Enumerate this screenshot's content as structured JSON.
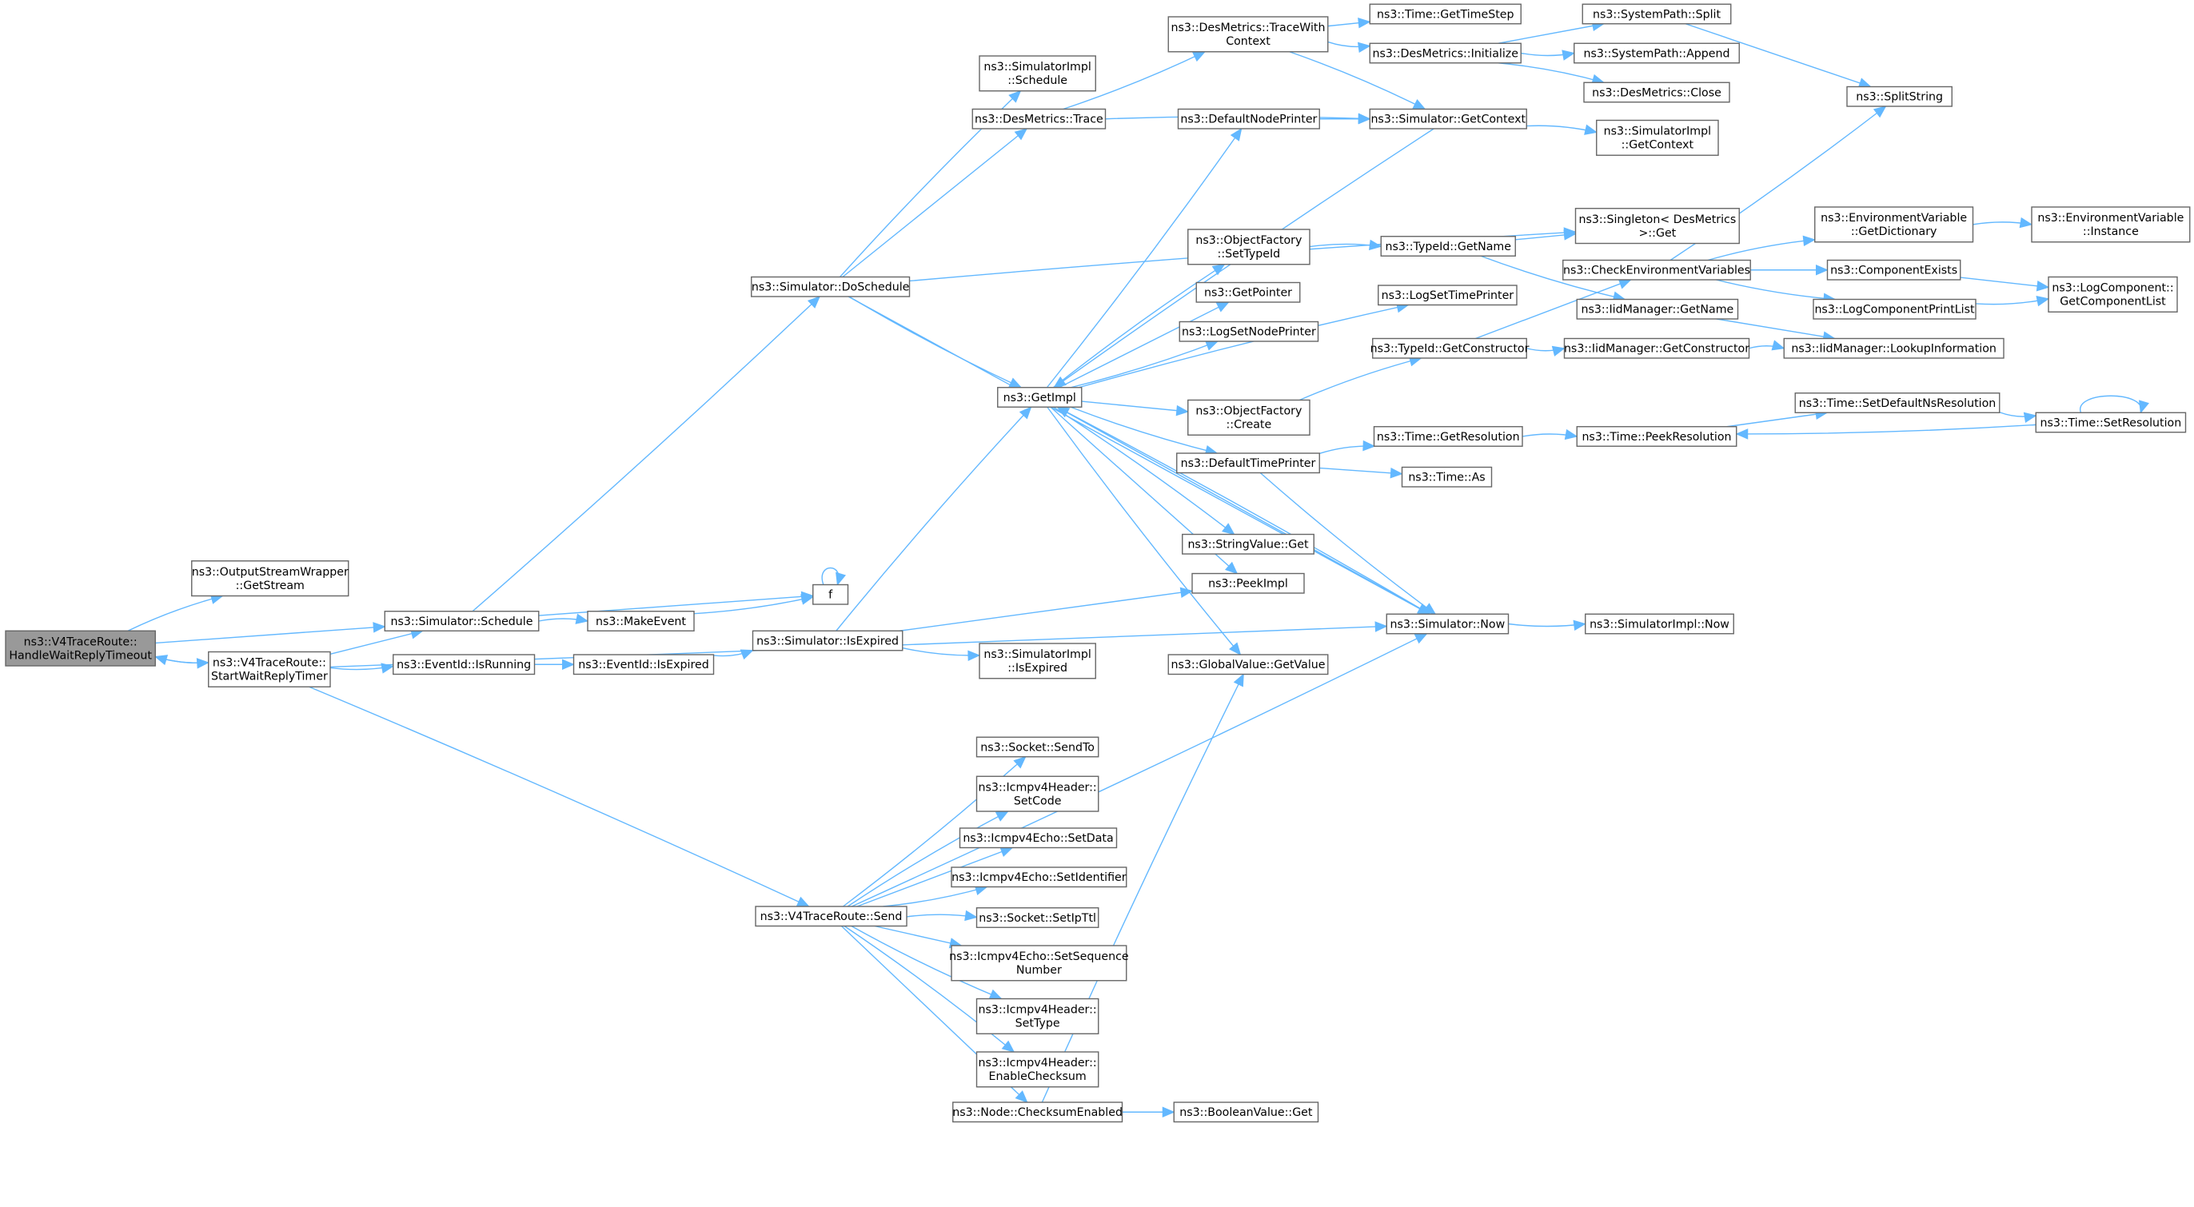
{
  "nodes": [
    {
      "id": "handle",
      "lines": [
        "ns3::V4TraceRoute::",
        "HandleWaitReplyTimeout"
      ],
      "root": true
    },
    {
      "id": "getstream",
      "lines": [
        "ns3::OutputStreamWrapper",
        "::GetStream"
      ]
    },
    {
      "id": "sim_schedule",
      "lines": [
        "ns3::Simulator::Schedule"
      ]
    },
    {
      "id": "start_timer",
      "lines": [
        "ns3::V4TraceRoute::",
        "StartWaitReplyTimer"
      ]
    },
    {
      "id": "doschedule",
      "lines": [
        "ns3::Simulator::DoSchedule"
      ]
    },
    {
      "id": "makeevent",
      "lines": [
        "ns3::MakeEvent"
      ]
    },
    {
      "id": "f",
      "lines": [
        "f"
      ]
    },
    {
      "id": "isrunning",
      "lines": [
        "ns3::EventId::IsRunning"
      ]
    },
    {
      "id": "evt_isexpired",
      "lines": [
        "ns3::EventId::IsExpired"
      ]
    },
    {
      "id": "sim_isexpired",
      "lines": [
        "ns3::Simulator::IsExpired"
      ]
    },
    {
      "id": "simimpl_isexpired",
      "lines": [
        "ns3::SimulatorImpl",
        "::IsExpired"
      ]
    },
    {
      "id": "send",
      "lines": [
        "ns3::V4TraceRoute::Send"
      ]
    },
    {
      "id": "simimpl_schedule",
      "lines": [
        "ns3::SimulatorImpl",
        "::Schedule"
      ]
    },
    {
      "id": "desmetrics_trace",
      "lines": [
        "ns3::DesMetrics::Trace"
      ]
    },
    {
      "id": "getimpl",
      "lines": [
        "ns3::GetImpl"
      ]
    },
    {
      "id": "tracewithcontext",
      "lines": [
        "ns3::DesMetrics::TraceWith",
        "Context"
      ]
    },
    {
      "id": "defaultnodeprinter",
      "lines": [
        "ns3::DefaultNodePrinter"
      ]
    },
    {
      "id": "of_settypeid",
      "lines": [
        "ns3::ObjectFactory",
        "::SetTypeId"
      ]
    },
    {
      "id": "getpointer",
      "lines": [
        "ns3::GetPointer"
      ]
    },
    {
      "id": "logsetnodeprinter",
      "lines": [
        "ns3::LogSetNodePrinter"
      ]
    },
    {
      "id": "of_create",
      "lines": [
        "ns3::ObjectFactory",
        "::Create"
      ]
    },
    {
      "id": "defaulttimeprinter",
      "lines": [
        "ns3::DefaultTimePrinter"
      ]
    },
    {
      "id": "stringvalue_get",
      "lines": [
        "ns3::StringValue::Get"
      ]
    },
    {
      "id": "peekimpl",
      "lines": [
        "ns3::PeekImpl"
      ]
    },
    {
      "id": "globalvalue_getvalue",
      "lines": [
        "ns3::GlobalValue::GetValue"
      ]
    },
    {
      "id": "socket_sendto",
      "lines": [
        "ns3::Socket::SendTo"
      ]
    },
    {
      "id": "icmp_setcode",
      "lines": [
        "ns3::Icmpv4Header::",
        "SetCode"
      ]
    },
    {
      "id": "echo_setdata",
      "lines": [
        "ns3::Icmpv4Echo::SetData"
      ]
    },
    {
      "id": "echo_setidentifier",
      "lines": [
        "ns3::Icmpv4Echo::SetIdentifier"
      ]
    },
    {
      "id": "socket_setipttl",
      "lines": [
        "ns3::Socket::SetIpTtl"
      ]
    },
    {
      "id": "echo_setsequence",
      "lines": [
        "ns3::Icmpv4Echo::SetSequence",
        "Number"
      ]
    },
    {
      "id": "icmp_settype",
      "lines": [
        "ns3::Icmpv4Header::",
        "SetType"
      ]
    },
    {
      "id": "icmp_enablechecksum",
      "lines": [
        "ns3::Icmpv4Header::",
        "EnableChecksum"
      ]
    },
    {
      "id": "node_checksumenabled",
      "lines": [
        "ns3::Node::ChecksumEnabled"
      ]
    },
    {
      "id": "booleanvalue_get",
      "lines": [
        "ns3::BooleanValue::Get"
      ]
    },
    {
      "id": "time_gettimestep",
      "lines": [
        "ns3::Time::GetTimeStep"
      ]
    },
    {
      "id": "desmetrics_initialize",
      "lines": [
        "ns3::DesMetrics::Initialize"
      ]
    },
    {
      "id": "sim_getcontext",
      "lines": [
        "ns3::Simulator::GetContext"
      ]
    },
    {
      "id": "typeid_getname",
      "lines": [
        "ns3::TypeId::GetName"
      ]
    },
    {
      "id": "logsettimeprinter",
      "lines": [
        "ns3::LogSetTimePrinter"
      ]
    },
    {
      "id": "typeid_getconstructor",
      "lines": [
        "ns3::TypeId::GetConstructor"
      ]
    },
    {
      "id": "time_getresolution",
      "lines": [
        "ns3::Time::GetResolution"
      ]
    },
    {
      "id": "time_as",
      "lines": [
        "ns3::Time::As"
      ]
    },
    {
      "id": "sim_now",
      "lines": [
        "ns3::Simulator::Now"
      ]
    },
    {
      "id": "sp_split",
      "lines": [
        "ns3::SystemPath::Split"
      ]
    },
    {
      "id": "sp_append",
      "lines": [
        "ns3::SystemPath::Append"
      ]
    },
    {
      "id": "desmetrics_close",
      "lines": [
        "ns3::DesMetrics::Close"
      ]
    },
    {
      "id": "simimpl_getcontext",
      "lines": [
        "ns3::SimulatorImpl",
        "::GetContext"
      ]
    },
    {
      "id": "singleton_get",
      "lines": [
        "ns3::Singleton< DesMetrics",
        " >::Get"
      ]
    },
    {
      "id": "iid_getname",
      "lines": [
        "ns3::IidManager::GetName"
      ]
    },
    {
      "id": "checkenv",
      "lines": [
        "ns3::CheckEnvironmentVariables"
      ]
    },
    {
      "id": "iid_getconstructor",
      "lines": [
        "ns3::IidManager::GetConstructor"
      ]
    },
    {
      "id": "time_peekresolution",
      "lines": [
        "ns3::Time::PeekResolution"
      ]
    },
    {
      "id": "simimpl_now",
      "lines": [
        "ns3::SimulatorImpl::Now"
      ]
    },
    {
      "id": "splitstring",
      "lines": [
        "ns3::SplitString"
      ]
    },
    {
      "id": "env_getdictionary",
      "lines": [
        "ns3::EnvironmentVariable",
        "::GetDictionary"
      ]
    },
    {
      "id": "componentexists",
      "lines": [
        "ns3::ComponentExists"
      ]
    },
    {
      "id": "logcomponentprintlist",
      "lines": [
        "ns3::LogComponentPrintList"
      ]
    },
    {
      "id": "iid_lookupinformation",
      "lines": [
        "ns3::IidManager::LookupInformation"
      ]
    },
    {
      "id": "time_setdefaultnsresolution",
      "lines": [
        "ns3::Time::SetDefaultNsResolution"
      ]
    },
    {
      "id": "env_instance",
      "lines": [
        "ns3::EnvironmentVariable",
        "::Instance"
      ]
    },
    {
      "id": "logcomponent_getcomponentlist",
      "lines": [
        "ns3::LogComponent::",
        "GetComponentList"
      ]
    },
    {
      "id": "time_setresolution",
      "lines": [
        "ns3::Time::SetResolution"
      ]
    }
  ],
  "edges": [
    [
      "handle",
      "getstream"
    ],
    [
      "handle",
      "sim_schedule"
    ],
    [
      "handle",
      "start_timer"
    ],
    [
      "start_timer",
      "handle"
    ],
    [
      "start_timer",
      "sim_schedule"
    ],
    [
      "start_timer",
      "isrunning"
    ],
    [
      "start_timer",
      "send"
    ],
    [
      "start_timer",
      "sim_now"
    ],
    [
      "sim_schedule",
      "doschedule"
    ],
    [
      "sim_schedule",
      "makeevent"
    ],
    [
      "sim_schedule",
      "f"
    ],
    [
      "makeevent",
      "f"
    ],
    [
      "f",
      "f"
    ],
    [
      "isrunning",
      "evt_isexpired"
    ],
    [
      "evt_isexpired",
      "sim_isexpired"
    ],
    [
      "sim_isexpired",
      "getimpl"
    ],
    [
      "sim_isexpired",
      "peekimpl"
    ],
    [
      "sim_isexpired",
      "simimpl_isexpired"
    ],
    [
      "doschedule",
      "simimpl_schedule"
    ],
    [
      "doschedule",
      "desmetrics_trace"
    ],
    [
      "doschedule",
      "getimpl"
    ],
    [
      "doschedule",
      "singleton_get"
    ],
    [
      "doschedule",
      "sim_now"
    ],
    [
      "desmetrics_trace",
      "tracewithcontext"
    ],
    [
      "desmetrics_trace",
      "sim_getcontext"
    ],
    [
      "tracewithcontext",
      "time_gettimestep"
    ],
    [
      "tracewithcontext",
      "desmetrics_initialize"
    ],
    [
      "tracewithcontext",
      "sim_getcontext"
    ],
    [
      "desmetrics_initialize",
      "sp_split"
    ],
    [
      "desmetrics_initialize",
      "sp_append"
    ],
    [
      "desmetrics_initialize",
      "desmetrics_close"
    ],
    [
      "sp_split",
      "splitstring"
    ],
    [
      "sim_getcontext",
      "getimpl"
    ],
    [
      "sim_getcontext",
      "simimpl_getcontext"
    ],
    [
      "defaultnodeprinter",
      "sim_getcontext"
    ],
    [
      "getimpl",
      "defaultnodeprinter"
    ],
    [
      "getimpl",
      "of_settypeid"
    ],
    [
      "getimpl",
      "getpointer"
    ],
    [
      "getimpl",
      "logsetnodeprinter"
    ],
    [
      "getimpl",
      "logsettimeprinter"
    ],
    [
      "getimpl",
      "of_create"
    ],
    [
      "getimpl",
      "defaulttimeprinter"
    ],
    [
      "getimpl",
      "stringvalue_get"
    ],
    [
      "getimpl",
      "peekimpl"
    ],
    [
      "getimpl",
      "globalvalue_getvalue"
    ],
    [
      "getimpl",
      "sim_now"
    ],
    [
      "sim_now",
      "getimpl"
    ],
    [
      "sim_now",
      "simimpl_now"
    ],
    [
      "of_settypeid",
      "typeid_getname"
    ],
    [
      "typeid_getname",
      "singleton_get"
    ],
    [
      "typeid_getname",
      "iid_getname"
    ],
    [
      "of_create",
      "typeid_getconstructor"
    ],
    [
      "typeid_getconstructor",
      "checkenv"
    ],
    [
      "typeid_getconstructor",
      "iid_getconstructor"
    ],
    [
      "iid_getconstructor",
      "iid_lookupinformation"
    ],
    [
      "iid_getname",
      "iid_lookupinformation"
    ],
    [
      "checkenv",
      "splitstring"
    ],
    [
      "checkenv",
      "env_getdictionary"
    ],
    [
      "checkenv",
      "componentexists"
    ],
    [
      "checkenv",
      "logcomponentprintlist"
    ],
    [
      "env_getdictionary",
      "env_instance"
    ],
    [
      "componentexists",
      "logcomponent_getcomponentlist"
    ],
    [
      "logcomponentprintlist",
      "logcomponent_getcomponentlist"
    ],
    [
      "defaulttimeprinter",
      "time_getresolution"
    ],
    [
      "defaulttimeprinter",
      "time_as"
    ],
    [
      "defaulttimeprinter",
      "sim_now"
    ],
    [
      "time_getresolution",
      "time_peekresolution"
    ],
    [
      "time_peekresolution",
      "time_setdefaultnsresolution"
    ],
    [
      "time_setdefaultnsresolution",
      "time_setresolution"
    ],
    [
      "time_setresolution",
      "time_peekresolution"
    ],
    [
      "time_setresolution",
      "time_setresolution"
    ],
    [
      "send",
      "socket_sendto"
    ],
    [
      "send",
      "icmp_setcode"
    ],
    [
      "send",
      "echo_setdata"
    ],
    [
      "send",
      "echo_setidentifier"
    ],
    [
      "send",
      "socket_setipttl"
    ],
    [
      "send",
      "echo_setsequence"
    ],
    [
      "send",
      "icmp_settype"
    ],
    [
      "send",
      "icmp_enablechecksum"
    ],
    [
      "send",
      "node_checksumenabled"
    ],
    [
      "send",
      "sim_now"
    ],
    [
      "node_checksumenabled",
      "globalvalue_getvalue"
    ],
    [
      "node_checksumenabled",
      "booleanvalue_get"
    ]
  ],
  "colors": {
    "edge": "#63b8ff",
    "node_border": "#666666",
    "root_fill": "#999999",
    "node_fill": "#ffffff",
    "background": "#ffffff"
  }
}
